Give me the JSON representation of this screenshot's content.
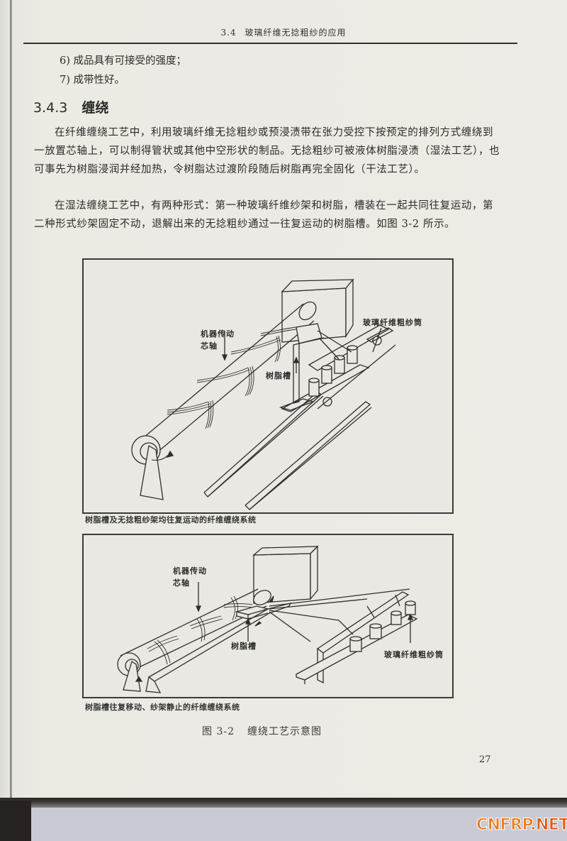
{
  "running_head": {
    "section_number": "3.4",
    "title": "玻璃纤维无捻粗纱的应用"
  },
  "list_items": [
    {
      "marker": "6)",
      "text": "成品具有可接受的强度；"
    },
    {
      "marker": "7)",
      "text": "成带性好。"
    }
  ],
  "section": {
    "number": "3.4.3",
    "title": "缠绕"
  },
  "paragraphs": [
    "在纤维缠绕工艺中，利用玻璃纤维无捻粗纱或预浸渍带在张力受控下按预定的排列方式缠绕到一放置芯轴上，可以制得管状或其他中空形状的制品。无捻粗纱可被液体树脂浸渍（湿法工艺），也可事先为树脂浸润并经加热，令树脂达过渡阶段随后树脂再完全固化（干法工艺）。",
    "在湿法缠绕工艺中，有两种形式：第一种玻璃纤维纱架和树脂，槽装在一起共同往复运动，第二种形式纱架固定不动，退解出来的无捻粗纱通过一往复运动的树脂槽。如图 3-2 所示。"
  ],
  "figure": {
    "number": "图 3-2",
    "caption": "缠绕工艺示意图",
    "panels": [
      {
        "caption": "树脂槽及无捻粗纱架均往复运动的纤维缠绕系统",
        "labels": {
          "mandrel_line1": "机器传动",
          "mandrel_line2": "芯轴",
          "resin_bath": "树脂槽",
          "creel": "玻璃纤维粗纱筒"
        }
      },
      {
        "caption": "树脂槽往复移动、纱架静止的纤维缠绕系统",
        "labels": {
          "mandrel_line1": "机器传动",
          "mandrel_line2": "芯轴",
          "resin_bath": "树脂槽",
          "creel": "玻璃纤维粗纱筒"
        }
      }
    ]
  },
  "page_number": "27",
  "watermark": {
    "main": "CNFRP",
    "suffix": ".NET",
    "color": "#f07a1a"
  }
}
